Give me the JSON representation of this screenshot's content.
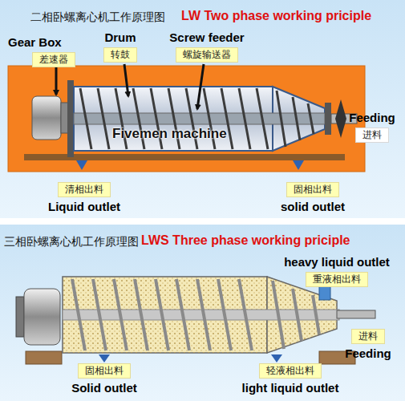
{
  "diagram": {
    "nodes": [
      {
        "text": [
          "Gear Box",
          "差速器"
        ]
      },
      {
        "text": [
          "Drum",
          "转鼓"
        ]
      },
      {
        "text": [
          "Screw feeder",
          "螺旋输送器"
        ]
      },
      {
        "text": [
          "Feeding",
          "进料"
        ]
      },
      {
        "text": [
          "清相出料",
          "Liquid outlet"
        ]
      },
      {
        "text": [
          "固相出料",
          "solid outlet"
        ]
      },
      {
        "text": [
          "heavy liquid outlet",
          "重液相出料"
        ]
      },
      {
        "text": [
          "进料",
          "Feeding"
        ]
      },
      {
        "text": [
          "固相出料",
          "Solid outlet"
        ]
      },
      {
        "text": [
          "轻液相出料",
          "light liquid outlet"
        ]
      }
    ],
    "labels": [
      "二相卧螺离心机工作原理图",
      "LW Two phase working priciple",
      "Fivemen machine",
      "三相卧螺离心机工作原理图",
      "LWS Three phase working priciple"
    ]
  }
}
